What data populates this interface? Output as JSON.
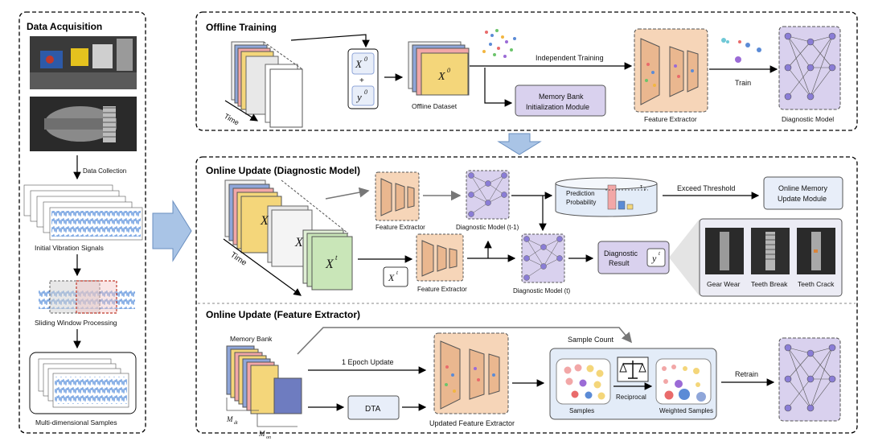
{
  "panels": {
    "acquisition": "Data Acquisition",
    "offline": "Offline Training",
    "online_diag": "Online Update (Diagnostic Model)",
    "online_fe": "Online Update (Feature Extractor)"
  },
  "acquisition": {
    "data_collection": "Data Collection",
    "initial_signals": "Initial Vibration Signals",
    "sliding": "Sliding Window Processing",
    "multi": "Multi-dimensional Samples"
  },
  "offline": {
    "time": "Time",
    "x0": "X",
    "x0_sup": "0",
    "plus": "+",
    "y0": "y",
    "y0_sup": "0",
    "dataset_x": "X",
    "dataset_sup": "0",
    "offline_dataset": "Offline Dataset",
    "independent_training": "Independent Training",
    "memory_bank_init_1": "Memory Bank",
    "memory_bank_init_2": "Initialization Module",
    "feature_extractor": "Feature Extractor",
    "train": "Train",
    "diagnostic_model": "Diagnostic Model"
  },
  "online_diag": {
    "time": "Time",
    "stack_x1": "X",
    "stack_x2": "X",
    "xt": "X",
    "xt_sup": "t",
    "xt_box": "X",
    "xt_box_sup": "t",
    "fe_top": "Feature Extractor",
    "dm_prev": "Diagnostic Model (t-1)",
    "pred_prob_1": "Prediction",
    "pred_prob_2": "Probability",
    "tau": "τ",
    "tau_sub": "p",
    "exceed": "Exceed Threshold",
    "omu_1": "Online Memory",
    "omu_2": "Update Module",
    "fe_bottom": "Feature Extractor",
    "dm_now": "Diagnostic Model (t)",
    "diag_result_1": "Diagnostic",
    "diag_result_2": "Result",
    "yhat": "y",
    "yhat_sup": "t",
    "gear_wear": "Gear Wear",
    "teeth_break": "Teeth Break",
    "teeth_crack": "Teeth Crack"
  },
  "online_fe": {
    "memory_bank": "Memory Bank",
    "m_dt": "M",
    "m_dt_sub": "dt",
    "m_on": "M",
    "m_on_sub": "on",
    "epoch_update": "1 Epoch Update",
    "dta": "DTA",
    "updated_fe": "Updated Feature Extractor",
    "sample_count": "Sample Count",
    "samples": "Samples",
    "reciprocal": "Reciprocal",
    "weighted": "Weighted Samples",
    "retrain": "Retrain"
  },
  "colors": {
    "layer_blue": "#8fa6d9",
    "layer_yellow": "#f4d67a",
    "layer_pink": "#f2a7a7",
    "fe_orange": "#f6d5b8",
    "purple": "#d9d1ee",
    "green": "#c9e6b8",
    "arrow_blue": "#a9c4e6"
  }
}
